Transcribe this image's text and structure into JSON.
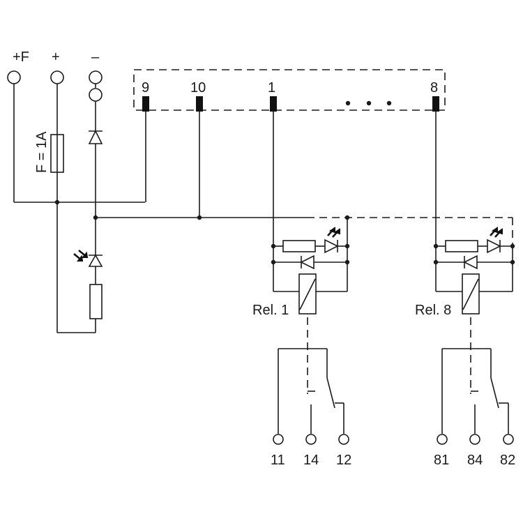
{
  "diagram": {
    "type": "relay-module-wiring-schematic",
    "supply_terminals": [
      {
        "label": "+F"
      },
      {
        "label": "+"
      },
      {
        "label": "–"
      }
    ],
    "fuse_label": "F = 1A",
    "connector_pins": [
      {
        "label": "9"
      },
      {
        "label": "10"
      },
      {
        "label": "1"
      },
      {
        "label": "8"
      }
    ],
    "ellipsis": "•  •  •",
    "relays": [
      {
        "label": "Rel. 1",
        "contacts": [
          "11",
          "14",
          "12"
        ]
      },
      {
        "label": "Rel. 8",
        "contacts": [
          "81",
          "84",
          "82"
        ]
      }
    ]
  }
}
